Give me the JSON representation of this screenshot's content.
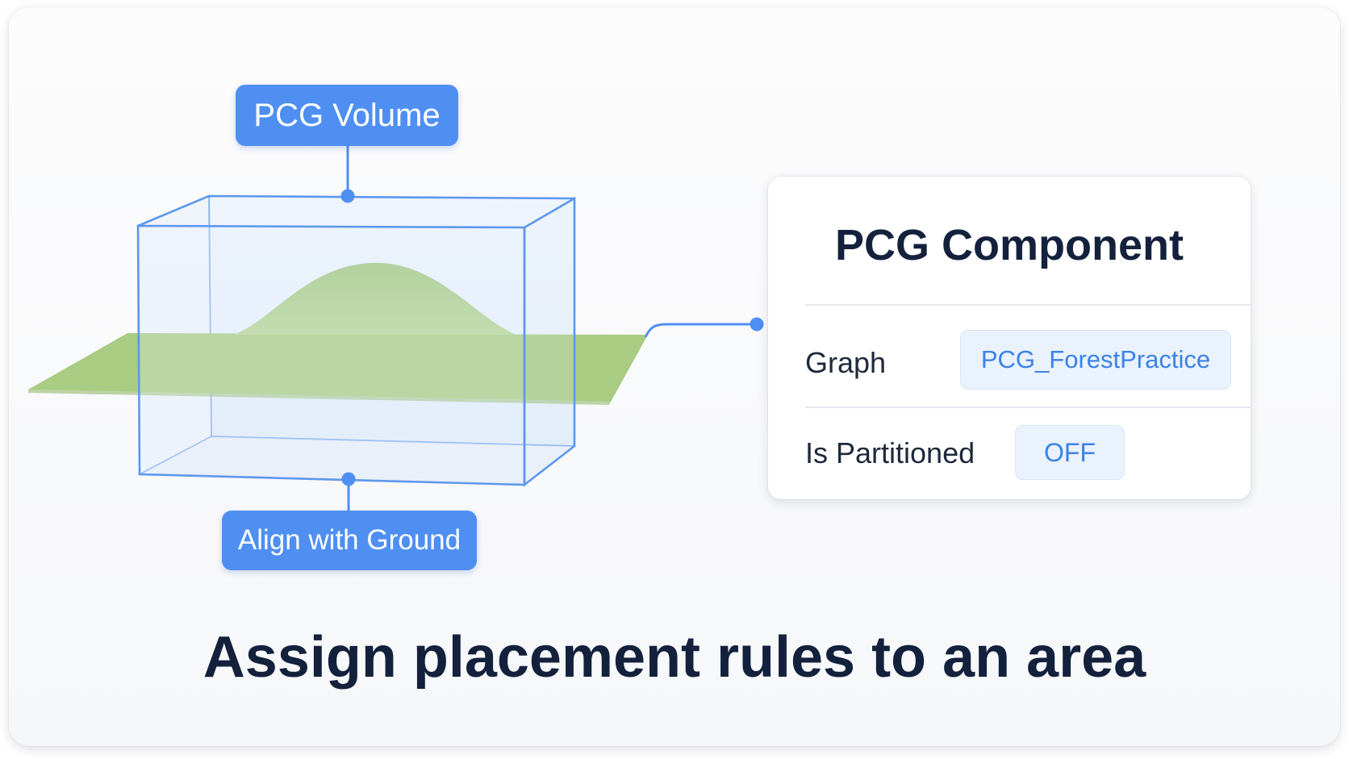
{
  "diagram": {
    "volume_label": "PCG Volume",
    "ground_label": "Align with Ground",
    "caption": "Assign placement rules to an area"
  },
  "component_panel": {
    "title": "PCG Component",
    "properties": [
      {
        "label": "Graph",
        "value": "PCG_ForestPractice"
      },
      {
        "label": "Is Partitioned",
        "value": "OFF"
      }
    ]
  },
  "colors": {
    "accent": "#4f8ff2",
    "volume_outline": "#5d97ee",
    "terrain": "#a8cc82",
    "title_text": "#14213d",
    "value_text": "#3b82e6",
    "value_background": "#e9f2fd"
  }
}
